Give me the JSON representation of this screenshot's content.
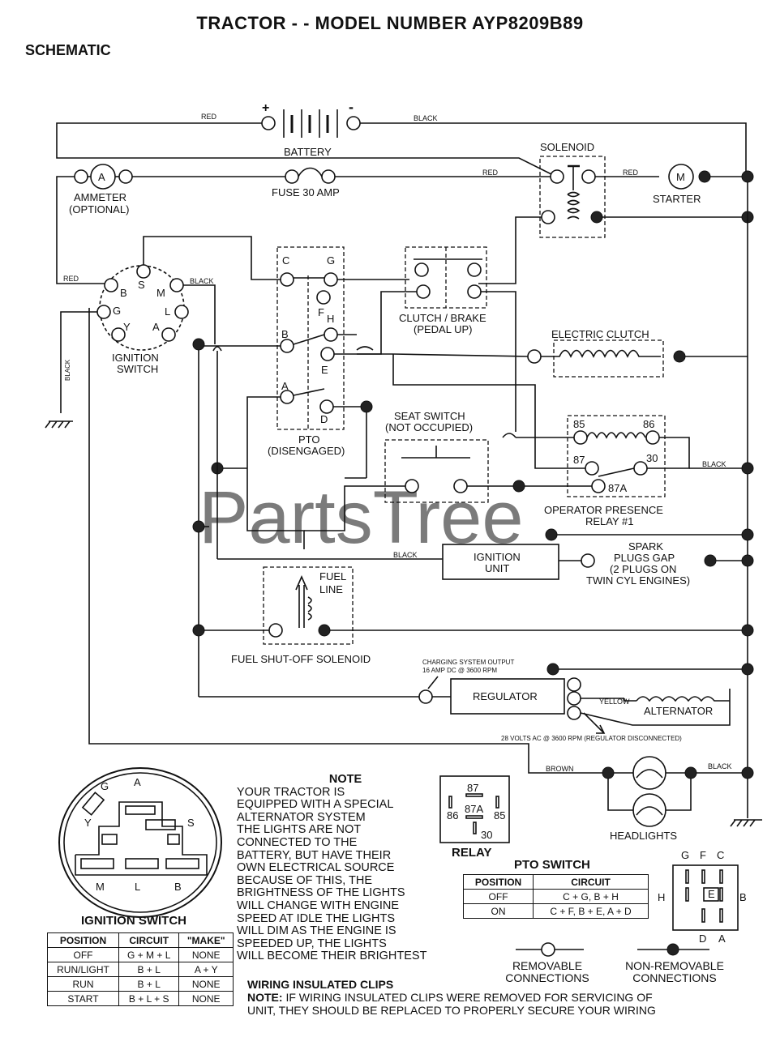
{
  "header": {
    "title": "TRACTOR - - MODEL NUMBER AYP8209B89",
    "subtitle": "SCHEMATIC"
  },
  "components": {
    "battery": "BATTERY",
    "battery_plus": "+",
    "battery_minus": "-",
    "ammeter": "AMMETER",
    "ammeter_opt": "(OPTIONAL)",
    "ammeter_letter": "A",
    "fuse": "FUSE 30 AMP",
    "solenoid": "SOLENOID",
    "starter": "STARTER",
    "starter_letter": "M",
    "ignition_switch_1": "IGNITION",
    "ignition_switch_2": "SWITCH",
    "clutch_brake_1": "CLUTCH / BRAKE",
    "clutch_brake_2": "(PEDAL UP)",
    "electric_clutch": "ELECTRIC CLUTCH",
    "pto_1": "PTO",
    "pto_2": "(DISENGAGED)",
    "seat_switch_1": "SEAT SWITCH",
    "seat_switch_2": "(NOT OCCUPIED)",
    "op_relay_1": "OPERATOR PRESENCE",
    "op_relay_2": "RELAY #1",
    "ignition_unit_1": "IGNITION",
    "ignition_unit_2": "UNIT",
    "spark_1": "SPARK",
    "spark_2": "PLUGS GAP",
    "spark_3": "(2 PLUGS ON",
    "spark_4": "TWIN CYL  ENGINES)",
    "fuel_line_1": "FUEL",
    "fuel_line_2": "LINE",
    "fuel_solenoid": "FUEL SHUT-OFF SOLENOID",
    "regulator": "REGULATOR",
    "alternator": "ALTERNATOR",
    "charging_1": "CHARGING SYSTEM OUTPUT",
    "charging_2": "16 AMP DC @ 3600 RPM",
    "alt_volts": "28 VOLTS AC @ 3600 RPM (REGULATOR DISCONNECTED)",
    "headlights": "HEADLIGHTS",
    "relay": "RELAY",
    "ign_switch_pins": [
      "B",
      "S",
      "M",
      "G",
      "L",
      "Y",
      "A"
    ],
    "pto_pins": [
      "C",
      "G",
      "F",
      "H",
      "B",
      "E",
      "A",
      "D"
    ],
    "relay_pins": [
      "85",
      "86",
      "87",
      "30",
      "87A"
    ],
    "relay_face_pins": [
      "87",
      "86",
      "87A",
      "85",
      "30"
    ],
    "pto_face_pins": [
      "G",
      "F",
      "C",
      "H",
      "E",
      "B",
      "D",
      "A"
    ],
    "ign_face_pins": [
      "G",
      "A",
      "Y",
      "S",
      "M",
      "L",
      "B"
    ]
  },
  "wire_labels": {
    "red": "RED",
    "black": "BLACK",
    "yellow": "YELLOW",
    "brown": "BROWN"
  },
  "watermark": "PartsTree",
  "note": {
    "heading": "NOTE",
    "lines": [
      "YOUR TRACTOR IS",
      "EQUIPPED WITH A SPECIAL",
      "ALTERNATOR SYSTEM",
      "THE LIGHTS ARE NOT",
      "CONNECTED TO THE",
      "BATTERY, BUT HAVE THEIR",
      "OWN ELECTRICAL SOURCE",
      "BECAUSE OF THIS, THE",
      "BRIGHTNESS OF THE LIGHTS",
      "WILL CHANGE WITH ENGINE",
      "SPEED   AT IDLE THE LIGHTS",
      "WILL DIM   AS THE ENGINE IS",
      "SPEEDED UP, THE LIGHTS",
      "WILL BECOME THEIR BRIGHTEST"
    ]
  },
  "ignition_table": {
    "title": "IGNITION SWITCH",
    "headers": [
      "POSITION",
      "CIRCUIT",
      "\"MAKE\""
    ],
    "rows": [
      [
        "OFF",
        "G + M + L",
        "NONE"
      ],
      [
        "RUN/LIGHT",
        "B + L",
        "A + Y"
      ],
      [
        "RUN",
        "B + L",
        "NONE"
      ],
      [
        "START",
        "B + L + S",
        "NONE"
      ]
    ]
  },
  "pto_table": {
    "title": "PTO SWITCH",
    "headers": [
      "POSITION",
      "CIRCUIT"
    ],
    "rows": [
      [
        "OFF",
        "C + G, B + H"
      ],
      [
        "ON",
        "C + F, B + E, A + D"
      ]
    ]
  },
  "legend": {
    "removable_1": "REMOVABLE",
    "removable_2": "CONNECTIONS",
    "nonremovable_1": "NON-REMOVABLE",
    "nonremovable_2": "CONNECTIONS"
  },
  "wiring_note": {
    "heading": "WIRING INSULATED CLIPS",
    "label": "NOTE:",
    "line1": " IF WIRING INSULATED CLIPS WERE REMOVED FOR SERVICING OF",
    "line2": "UNIT, THEY SHOULD BE REPLACED TO PROPERLY SECURE YOUR WIRING"
  }
}
